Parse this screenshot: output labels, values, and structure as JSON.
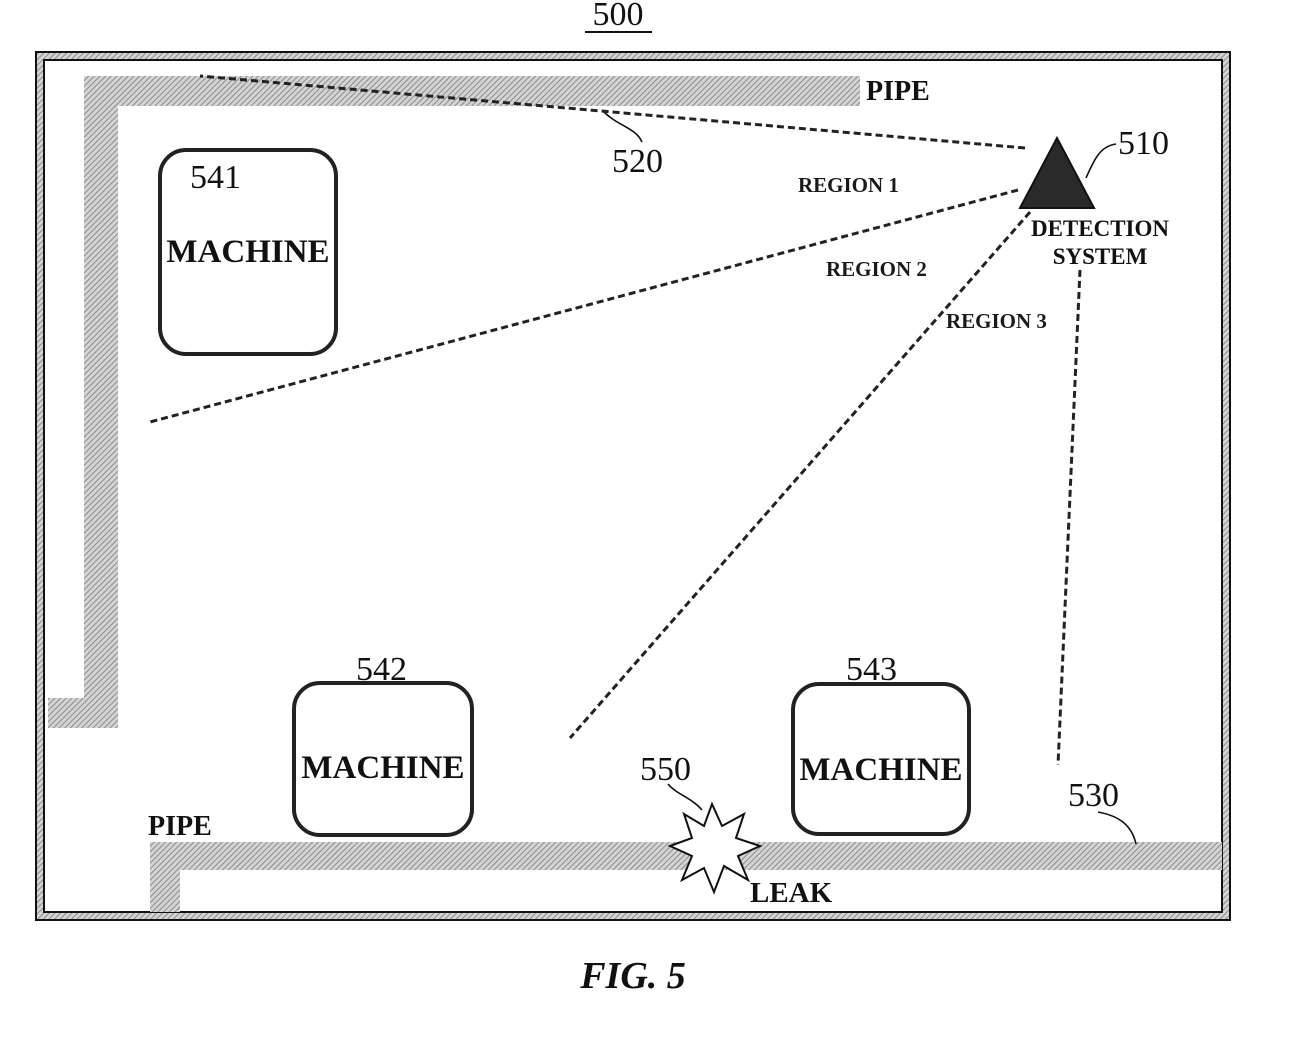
{
  "figure": {
    "number": "500",
    "caption": "FIG. 5"
  },
  "pipes": {
    "top_label": "PIPE",
    "bottom_label": "PIPE",
    "ref": "520",
    "bottom_ref": "530"
  },
  "detection_system": {
    "ref": "510",
    "label_line1": "DETECTION",
    "label_line2": "SYSTEM"
  },
  "regions": [
    {
      "label": "REGION 1"
    },
    {
      "label": "REGION 2"
    },
    {
      "label": "REGION 3"
    }
  ],
  "machines": [
    {
      "ref": "541",
      "label": "MACHINE"
    },
    {
      "ref": "542",
      "label": "MACHINE"
    },
    {
      "ref": "543",
      "label": "MACHINE"
    }
  ],
  "leak": {
    "ref": "550",
    "label": "LEAK"
  },
  "colors": {
    "line": "#111111",
    "pipe_hatch": "#9a9a9a",
    "detector_fill": "#2a2a2a",
    "leak_fill": "#ffffff"
  }
}
